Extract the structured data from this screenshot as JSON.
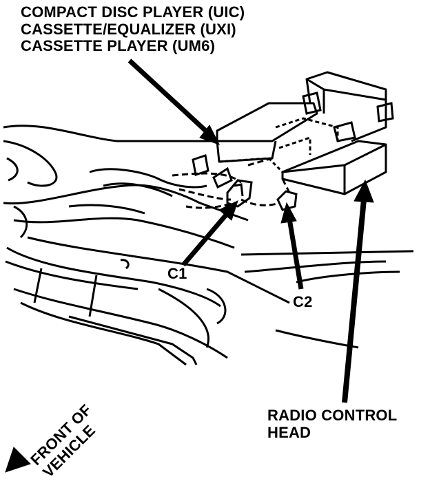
{
  "figure": {
    "title_lines": [
      "COMPACT DISC PLAYER (UIC)",
      "CASSETTE/EQUALIZER (UXI)",
      "CASSETTE PLAYER (UM6)"
    ],
    "callouts": {
      "c1": "C1",
      "c2": "C2",
      "radio_line1": "RADIO CONTROL",
      "radio_line2": "HEAD",
      "front_line1": "FRONT OF",
      "front_line2": "VEHICLE"
    }
  },
  "style": {
    "ink": "#000000",
    "paper": "#ffffff"
  }
}
